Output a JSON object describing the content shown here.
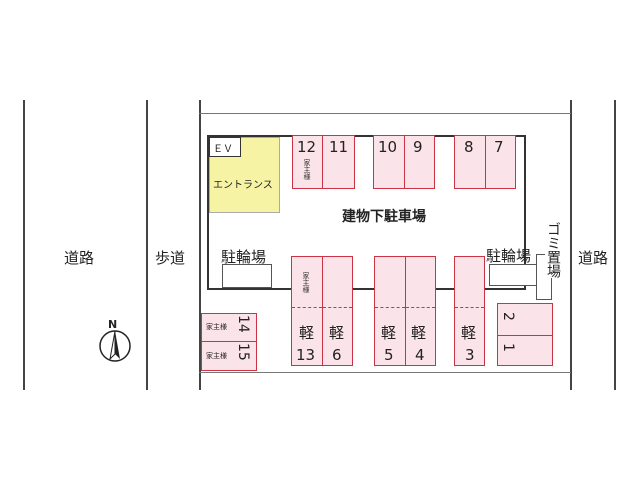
{
  "road_left": "道路",
  "sidewalk": "歩道",
  "road_right": "道路",
  "north": "N",
  "ev": "ＥＶ",
  "entrance": "エントランス",
  "underground_parking": "建物下駐車場",
  "bike_left": "駐輪場",
  "bike_right": "駐輪場",
  "garbage": "ゴミ置場",
  "owner": "家主様",
  "kei": "軽",
  "lots": {
    "n12": "12",
    "n11": "11",
    "n10": "10",
    "n9": "9",
    "n8": "8",
    "n7": "7",
    "n13": "13",
    "n6": "6",
    "n5": "5",
    "n4": "4",
    "n3": "3",
    "n14": "14",
    "n15": "15",
    "n2": "2",
    "n1": "1"
  },
  "colors": {
    "lot_fill": "#fbe3ea",
    "lot_border": "#cc3344",
    "entrance_fill": "#f6f3a5"
  }
}
